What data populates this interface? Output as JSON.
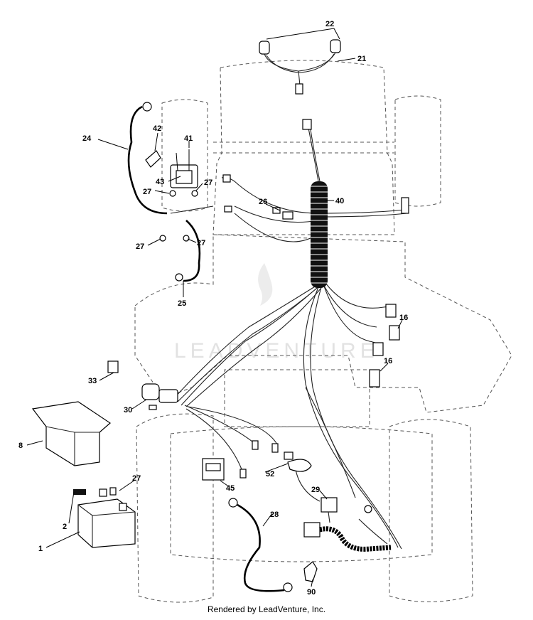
{
  "watermark": "LEADVENTURE",
  "footer": "Rendered by LeadVenture, Inc.",
  "callouts": {
    "c22": "22",
    "c21": "21",
    "c24": "24",
    "c42": "42",
    "c41": "41",
    "c43": "43",
    "c27a": "27",
    "c27b": "27",
    "c27c": "27",
    "c27d": "27",
    "c26": "26",
    "c40": "40",
    "c25": "25",
    "c16a": "16",
    "c16b": "16",
    "c33": "33",
    "c30": "30",
    "c8": "8",
    "c27e": "27",
    "c45": "45",
    "c52": "52",
    "c29": "29",
    "c28": "28",
    "c2": "2",
    "c1": "1",
    "c90": "90"
  }
}
